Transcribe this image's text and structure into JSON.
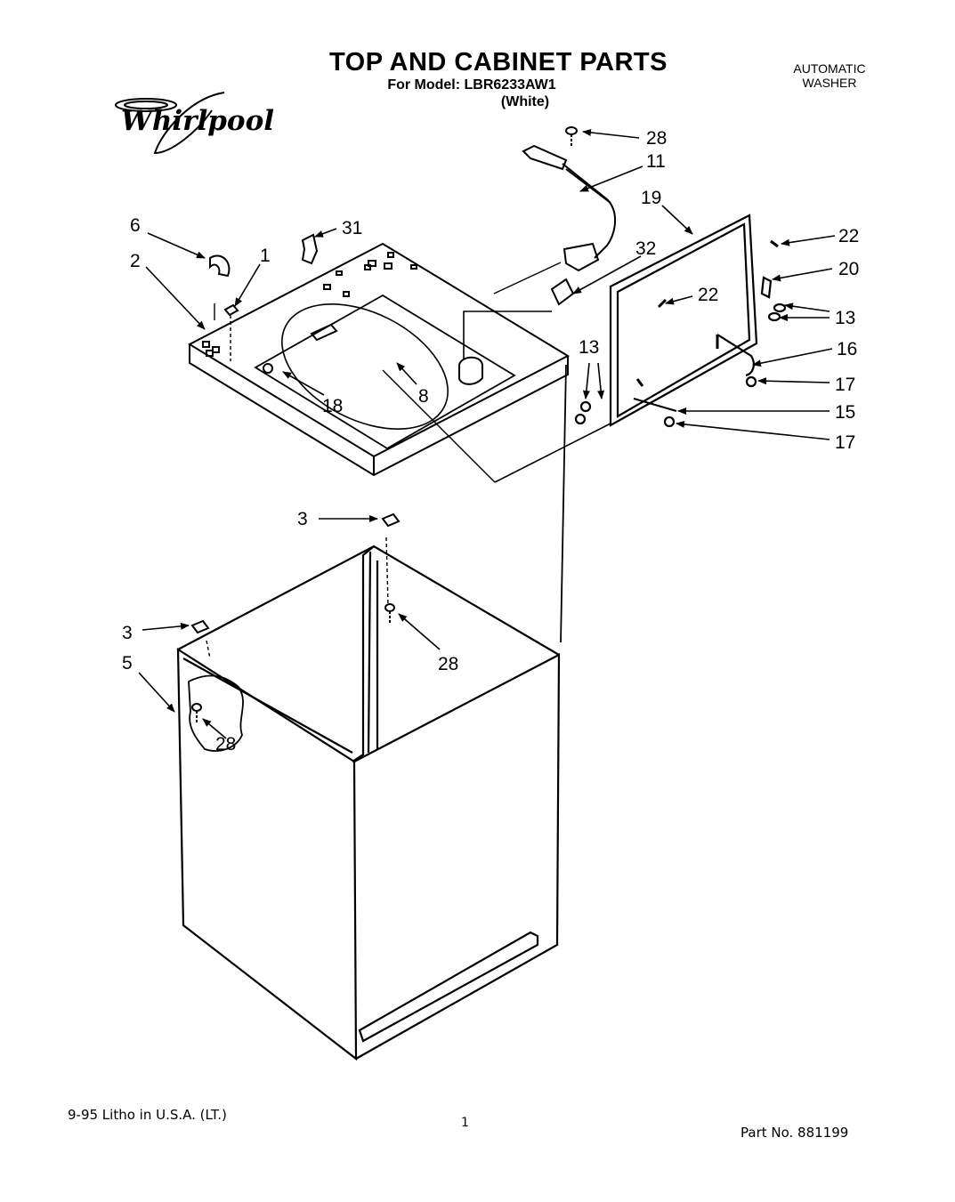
{
  "header": {
    "title": "TOP AND CABINET PARTS",
    "model_line": "For Model: LBR6233AW1",
    "color_line": "(White)",
    "product_line1": "AUTOMATIC",
    "product_line2": "WASHER",
    "brand": "Whirlpool"
  },
  "callouts": {
    "c28a": "28",
    "c11": "11",
    "c19": "19",
    "c22a": "22",
    "c22b": "22",
    "c20": "20",
    "c13a": "13",
    "c13b": "13",
    "c16": "16",
    "c17a": "17",
    "c15": "15",
    "c17b": "17",
    "c6": "6",
    "c31": "31",
    "c2": "2",
    "c1": "1",
    "c32": "32",
    "c18": "18",
    "c8": "8",
    "c3a": "3",
    "c3b": "3",
    "c5": "5",
    "c28b": "28",
    "c28c": "28"
  },
  "footer": {
    "litho": "9-95  Litho in U.S.A. (LT.)",
    "page_number": "1",
    "part_number": "Part No. 881199"
  }
}
